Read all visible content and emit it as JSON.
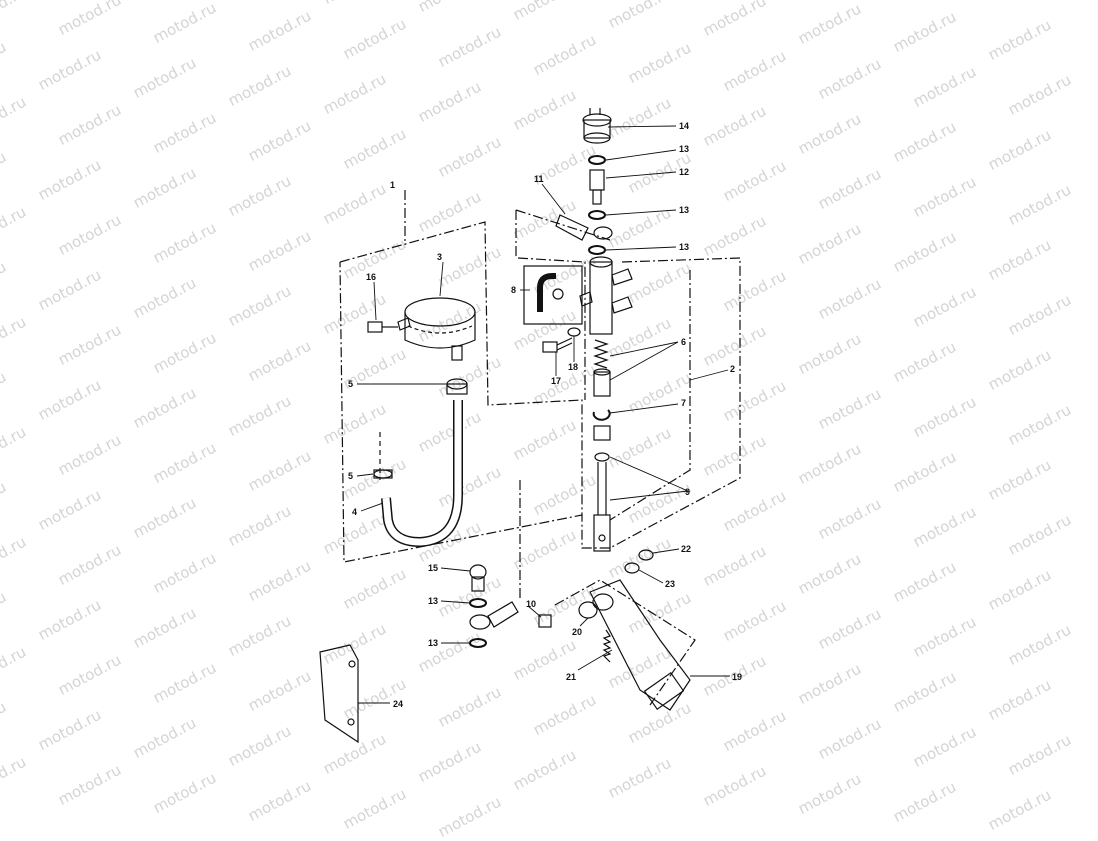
{
  "watermark": {
    "text": "motod.ru"
  },
  "callouts": [
    {
      "id": "c1",
      "label": "1"
    },
    {
      "id": "c2",
      "label": "2"
    },
    {
      "id": "c3",
      "label": "3"
    },
    {
      "id": "c4",
      "label": "4"
    },
    {
      "id": "c5a",
      "label": "5"
    },
    {
      "id": "c5b",
      "label": "5"
    },
    {
      "id": "c6",
      "label": "6"
    },
    {
      "id": "c7",
      "label": "7"
    },
    {
      "id": "c8",
      "label": "8"
    },
    {
      "id": "c9",
      "label": "9"
    },
    {
      "id": "c10",
      "label": "10"
    },
    {
      "id": "c11",
      "label": "11"
    },
    {
      "id": "c12",
      "label": "12"
    },
    {
      "id": "c13a",
      "label": "13"
    },
    {
      "id": "c13b",
      "label": "13"
    },
    {
      "id": "c13c",
      "label": "13"
    },
    {
      "id": "c13d",
      "label": "13"
    },
    {
      "id": "c13e",
      "label": "13"
    },
    {
      "id": "c14",
      "label": "14"
    },
    {
      "id": "c15",
      "label": "15"
    },
    {
      "id": "c16",
      "label": "16"
    },
    {
      "id": "c17",
      "label": "17"
    },
    {
      "id": "c18",
      "label": "18"
    },
    {
      "id": "c19",
      "label": "19"
    },
    {
      "id": "c20",
      "label": "20"
    },
    {
      "id": "c21",
      "label": "21"
    },
    {
      "id": "c22",
      "label": "22"
    },
    {
      "id": "c23",
      "label": "23"
    },
    {
      "id": "c24",
      "label": "24"
    }
  ]
}
